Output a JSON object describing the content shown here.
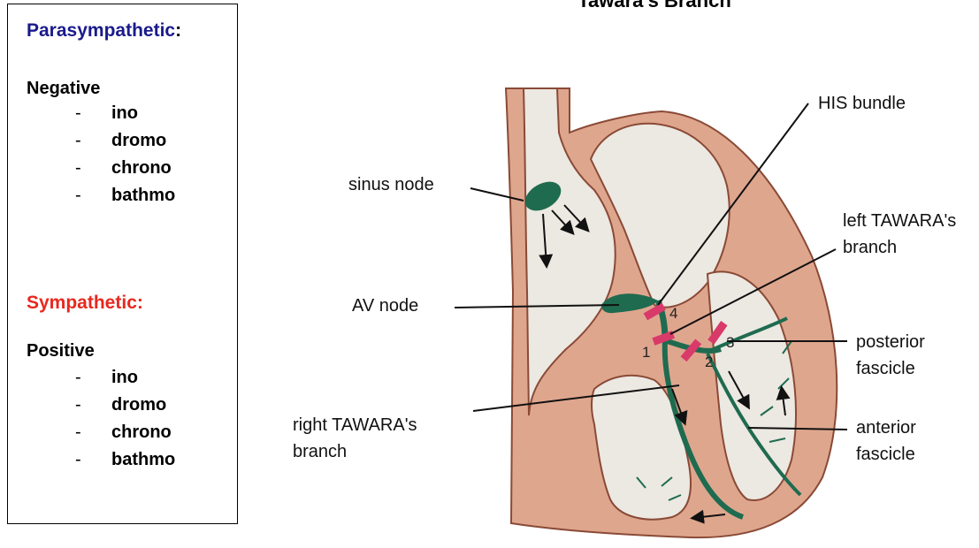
{
  "title": "Tawara's Branch",
  "side_panel": {
    "parasympathetic_heading": "Parasympathetic",
    "parasympathetic_colon": ":",
    "parasympathetic_color": "#1a1a8c",
    "negative_label": "Negative",
    "negative_items": [
      "ino",
      "dromo",
      "chrono",
      "bathmo"
    ],
    "sympathetic_heading": "Sympathetic:",
    "sympathetic_color": "#e8281e",
    "positive_label": "Positive",
    "positive_items": [
      "ino",
      "dromo",
      "chrono",
      "bathmo"
    ],
    "dash": "-"
  },
  "diagram_labels": {
    "sinus_node": "sinus node",
    "his_bundle": "HIS bundle",
    "left_tawara_line1": "left TAWARA's",
    "left_tawara_line2": "branch",
    "av_node": "AV node",
    "posterior_line1": "posterior",
    "posterior_line2": "fascicle",
    "right_tawara_line1": "right TAWARA's",
    "right_tawara_line2": "branch",
    "anterior_line1": "anterior",
    "anterior_line2": "fascicle"
  },
  "block_numbers": [
    "1",
    "2",
    "3",
    "4"
  ],
  "colors": {
    "heart_tissue": "#dfa68e",
    "heart_outline": "#8a4a36",
    "chamber_fill": "#ece8e2",
    "conduction": "#1f6b50",
    "block_marker": "#d83a6a"
  }
}
